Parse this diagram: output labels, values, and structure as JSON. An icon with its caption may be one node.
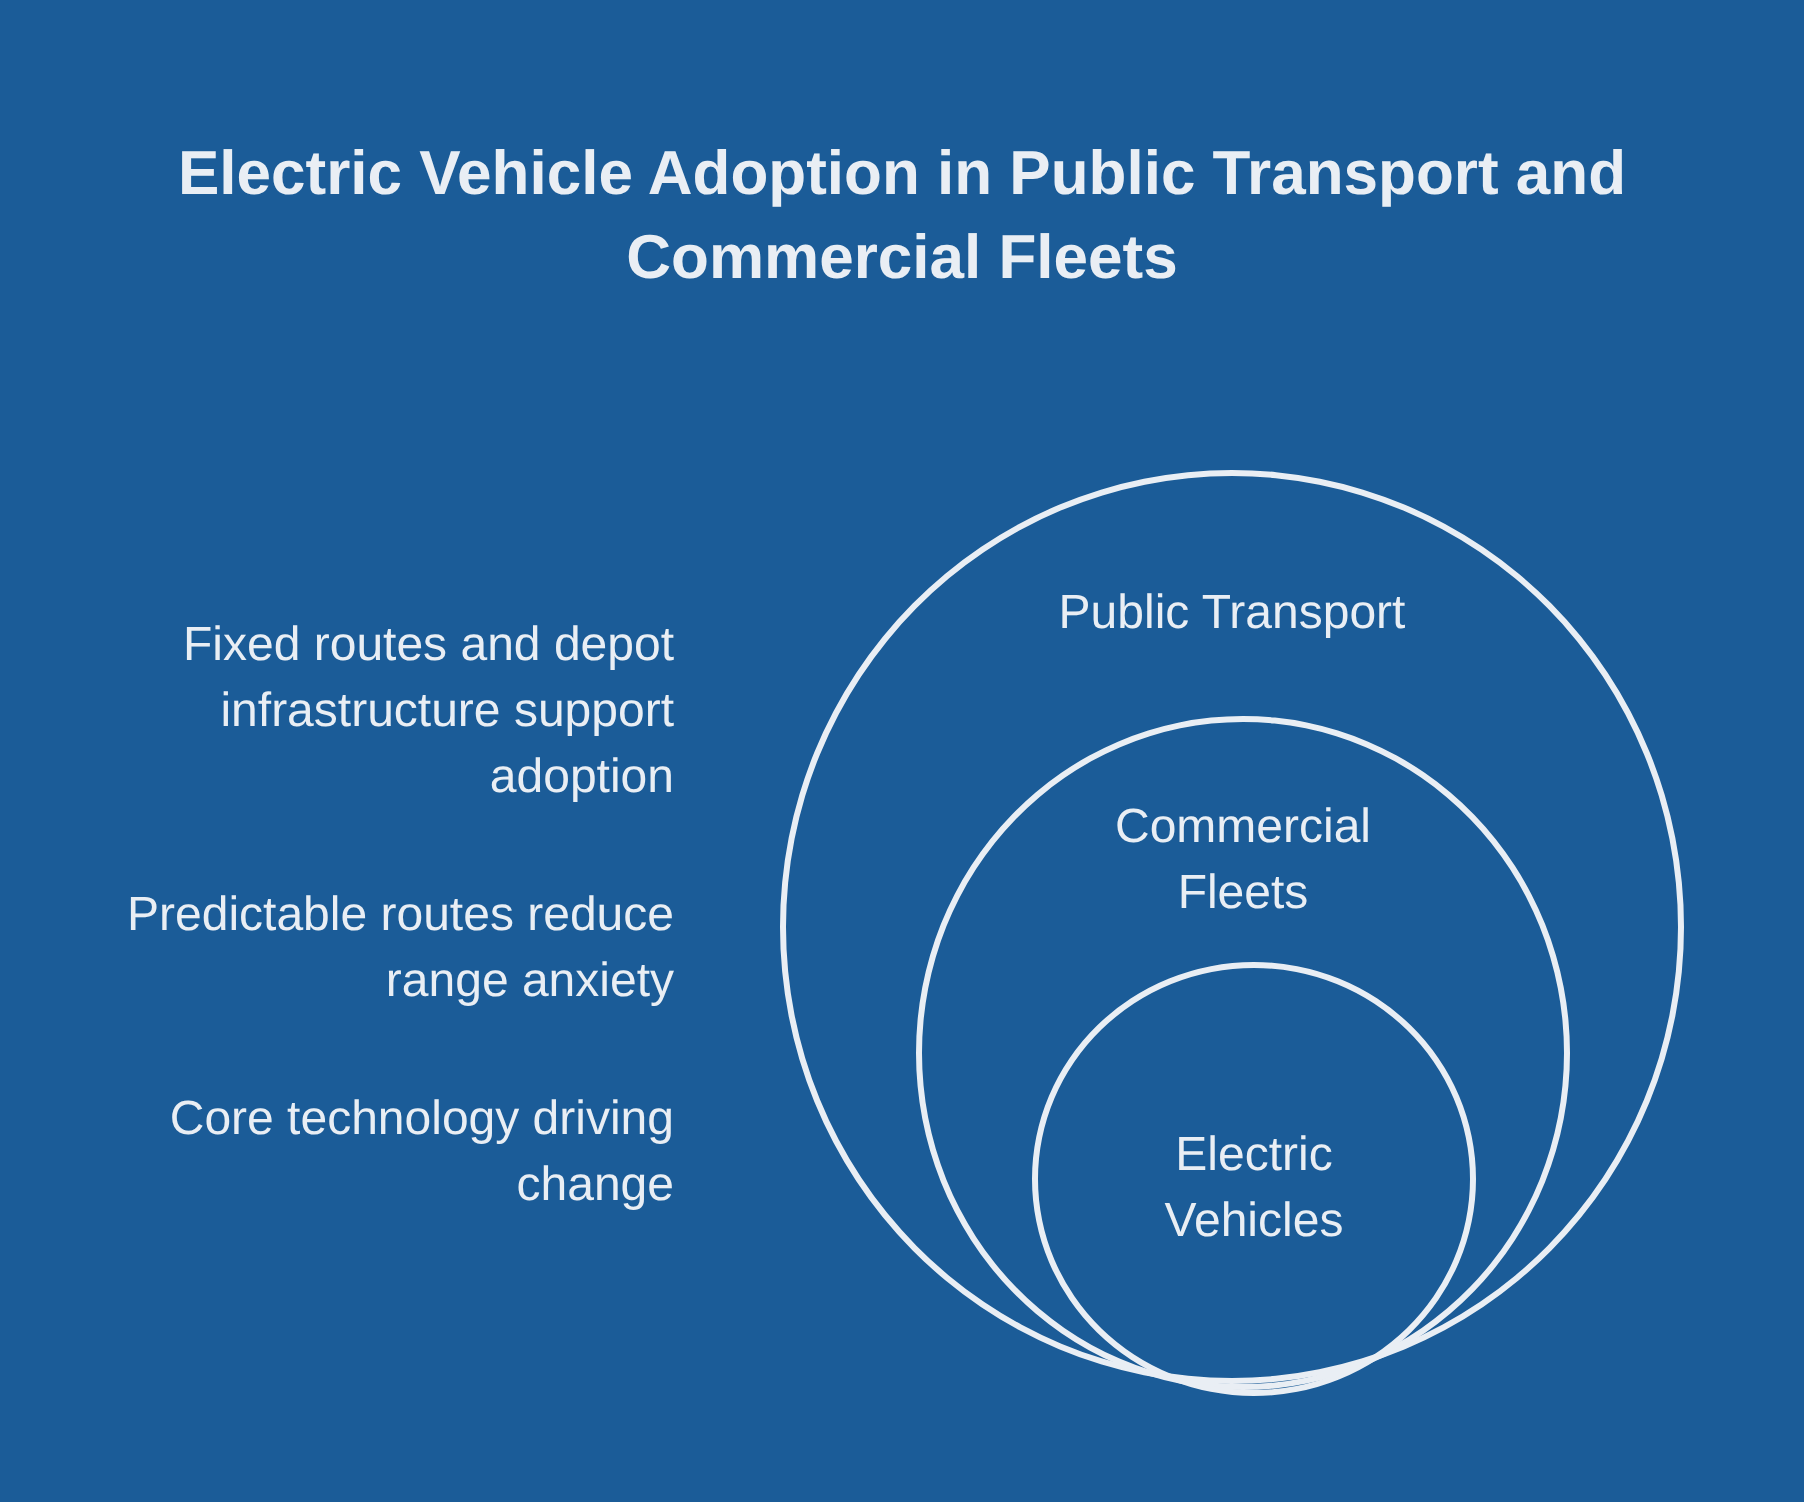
{
  "diagram": {
    "title": "Electric Vehicle Adoption in Public Transport and Commercial Fleets",
    "nodes": [
      {
        "text": [
          "Public Transport"
        ]
      },
      {
        "text": [
          "Commercial Fleets"
        ],
        "in": 0
      },
      {
        "text": [
          "Electric Vehicles"
        ],
        "in": 1
      }
    ],
    "labels": [
      "Fixed routes and depot infrastructure support adoption",
      "Predictable routes reduce range anxiety",
      "Core technology driving change"
    ]
  }
}
